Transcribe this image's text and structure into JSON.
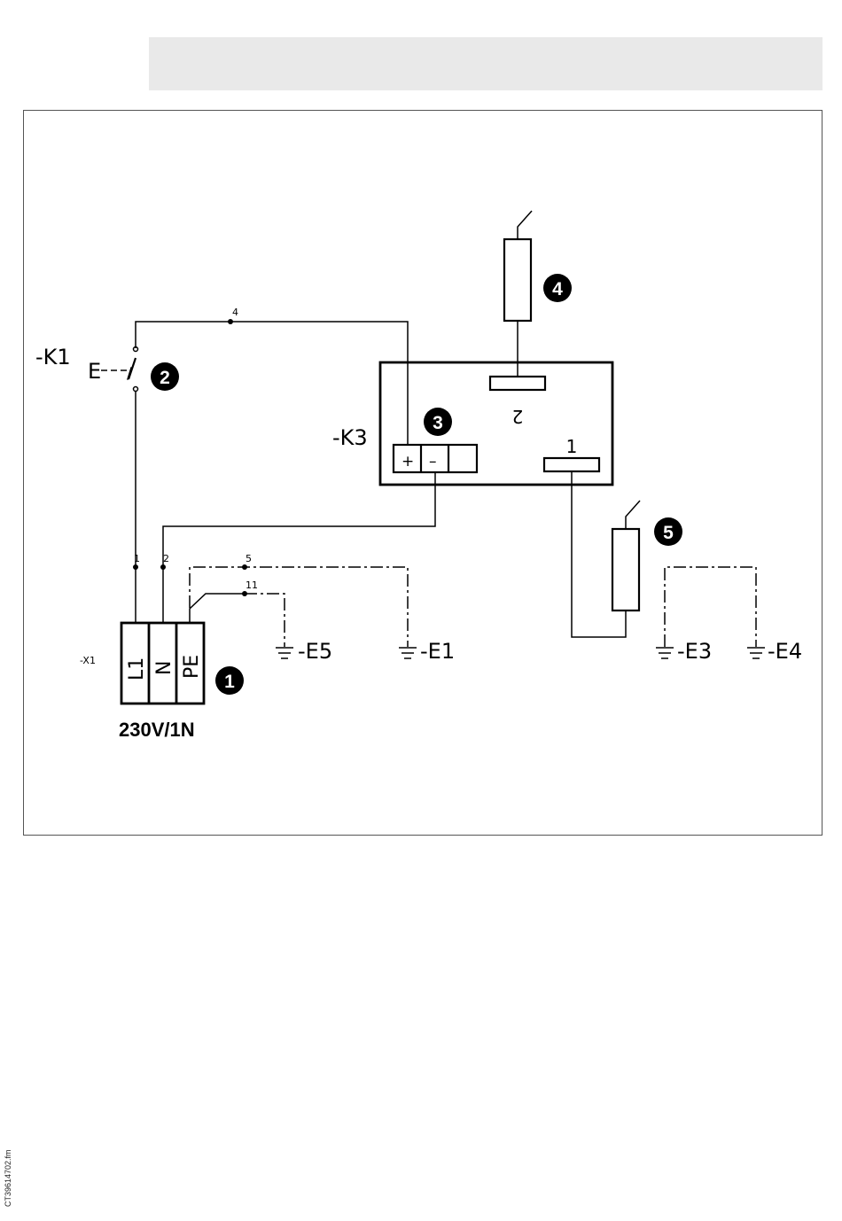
{
  "labels": {
    "k1": "-K1",
    "k1_contact": "E",
    "k3": "-K3",
    "x1": "-X1",
    "e1": "-E1",
    "e3": "-E3",
    "e4": "-E4",
    "e5": "-E5",
    "voltage": "230V/1N"
  },
  "terminals": {
    "l1": "L1",
    "n": "N",
    "pe": "PE",
    "plus": "+",
    "minus": "–",
    "k3_port_1": "1",
    "k3_port_2": "2"
  },
  "wires": {
    "w1": "1",
    "w2": "2",
    "w4": "4",
    "w5": "5",
    "w11": "11"
  },
  "callouts": [
    "1",
    "2",
    "3",
    "4",
    "5"
  ],
  "document_id": "CT39614702.fm",
  "colors": {
    "ink": "#000000",
    "header_bar": "#e9e9e9"
  }
}
